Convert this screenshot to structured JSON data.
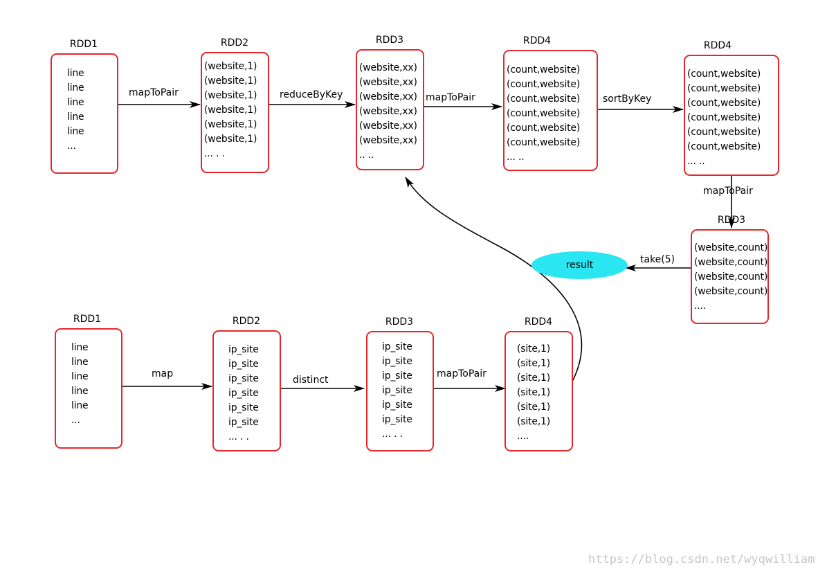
{
  "top_row": {
    "rdd1": {
      "title": "RDD1",
      "lines": [
        "line",
        "line",
        "line",
        "line",
        "line",
        "..."
      ]
    },
    "rdd2": {
      "title": "RDD2",
      "lines": [
        "(website,1)",
        "(website,1)",
        "(website,1)",
        "(website,1)",
        "(website,1)",
        "(website,1)",
        "... . ."
      ]
    },
    "rdd3": {
      "title": "RDD3",
      "lines": [
        "(website,xx)",
        "(website,xx)",
        "(website,xx)",
        "(website,xx)",
        "(website,xx)",
        "(website,xx)",
        ".. .."
      ]
    },
    "rdd4a": {
      "title": "RDD4",
      "lines": [
        "(count,website)",
        "(count,website)",
        "(count,website)",
        "(count,website)",
        "(count,website)",
        "(count,website)",
        "... .."
      ]
    },
    "rdd4b": {
      "title": "RDD4",
      "lines": [
        "(count,website)",
        "(count,website)",
        "(count,website)",
        "(count,website)",
        "(count,website)",
        "(count,website)",
        "... .."
      ]
    },
    "rdd3b": {
      "title": "RDD3",
      "lines": [
        "(website,count)",
        "(website,count)",
        "(website,count)",
        "(website,count)",
        "...."
      ]
    }
  },
  "bottom_row": {
    "rdd1": {
      "title": "RDD1",
      "lines": [
        "line",
        "line",
        "line",
        "line",
        "line",
        "..."
      ]
    },
    "rdd2": {
      "title": "RDD2",
      "lines": [
        "ip_site",
        "ip_site",
        "ip_site",
        "ip_site",
        "ip_site",
        "ip_site",
        "... . ."
      ]
    },
    "rdd3": {
      "title": "RDD3",
      "lines": [
        "ip_site",
        "ip_site",
        "ip_site",
        "ip_site",
        "ip_site",
        "ip_site",
        "... . ."
      ]
    },
    "rdd4": {
      "title": "RDD4",
      "lines": [
        "(site,1)",
        "(site,1)",
        "(site,1)",
        "(site,1)",
        "(site,1)",
        "(site,1)",
        "...."
      ]
    }
  },
  "edges": {
    "map_to_pair_1": "mapToPair",
    "reduce_by_key": "reduceByKey",
    "map_to_pair_2": "mapToPair",
    "sort_by_key": "sortByKey",
    "map_to_pair_3": "mapToPair",
    "take": "take(5)",
    "map": "map",
    "distinct": "distinct",
    "map_to_pair_4": "mapToPair"
  },
  "result": {
    "label": "result",
    "color": "#29e6f0"
  },
  "colors": {
    "box_border": "#e8262a",
    "arrow": "#000000"
  },
  "watermark": "https://blog.csdn.net/wyqwilliam"
}
